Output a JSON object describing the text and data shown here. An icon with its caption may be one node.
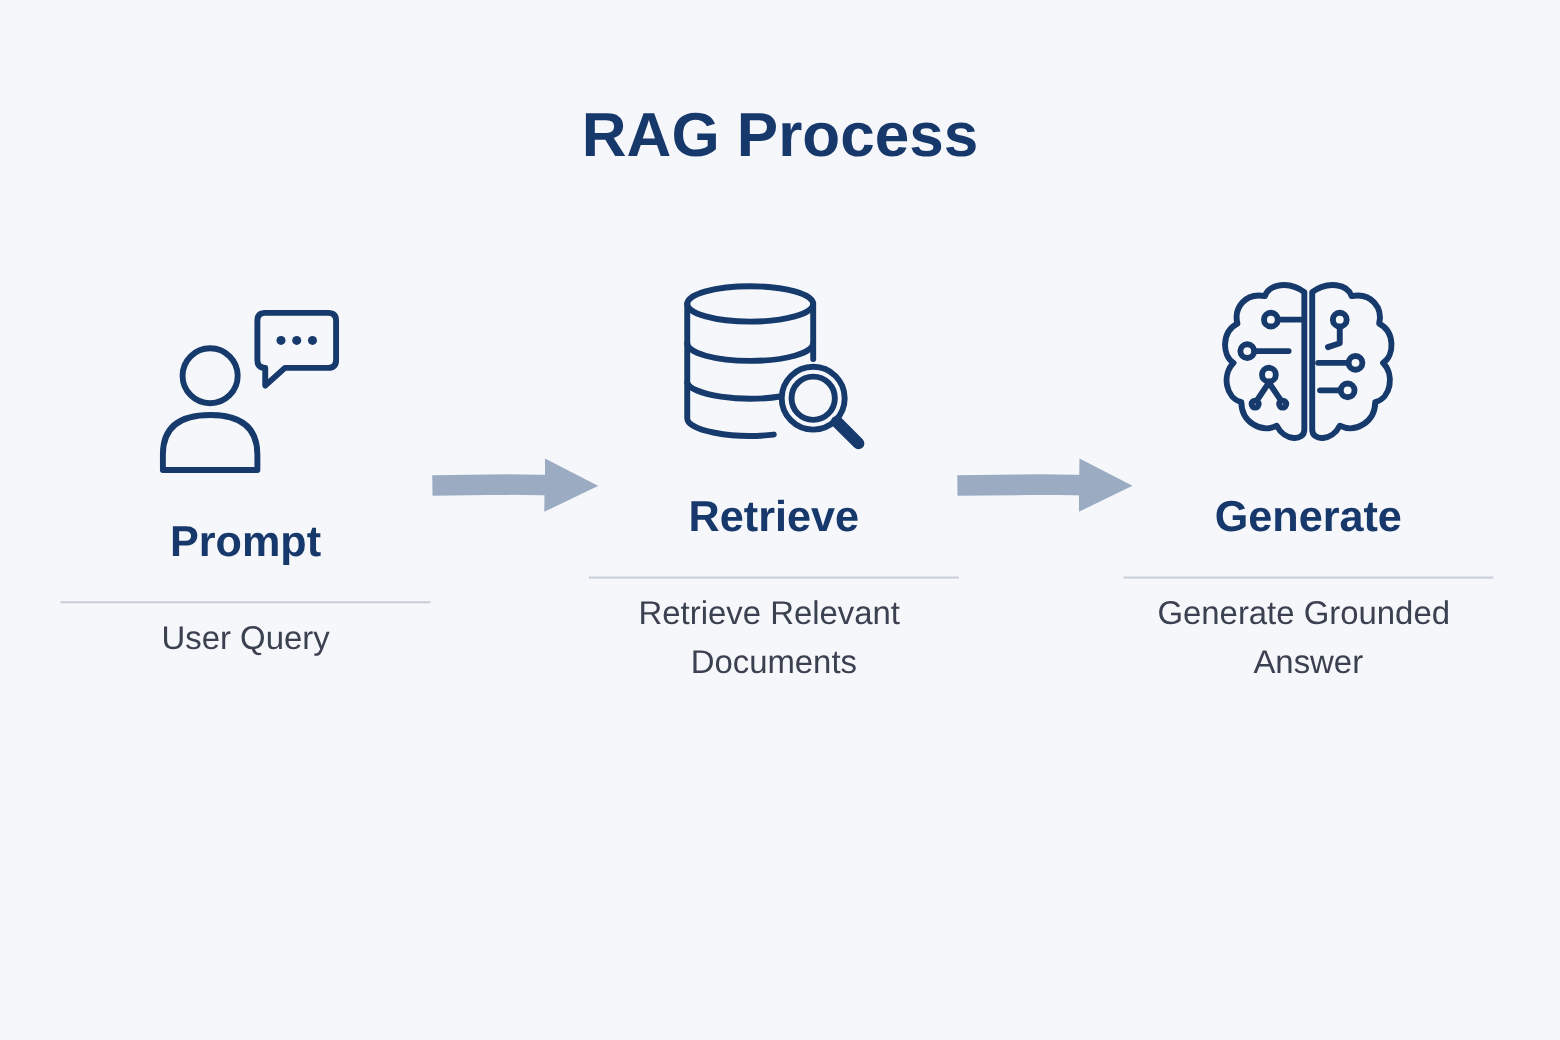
{
  "diagram": {
    "title": "RAG Process",
    "nodes": [
      {
        "text": [
          "Prompt",
          "User Query"
        ]
      },
      {
        "text": [
          "Retrieve",
          "Retrieve Relevant Documents"
        ]
      },
      {
        "text": [
          "Generate",
          "Generate Grounded Answer"
        ]
      }
    ],
    "edges": [
      {
        "from": 0,
        "to": 1,
        "arrow": "to"
      },
      {
        "from": 1,
        "to": 2,
        "arrow": "to"
      }
    ]
  }
}
